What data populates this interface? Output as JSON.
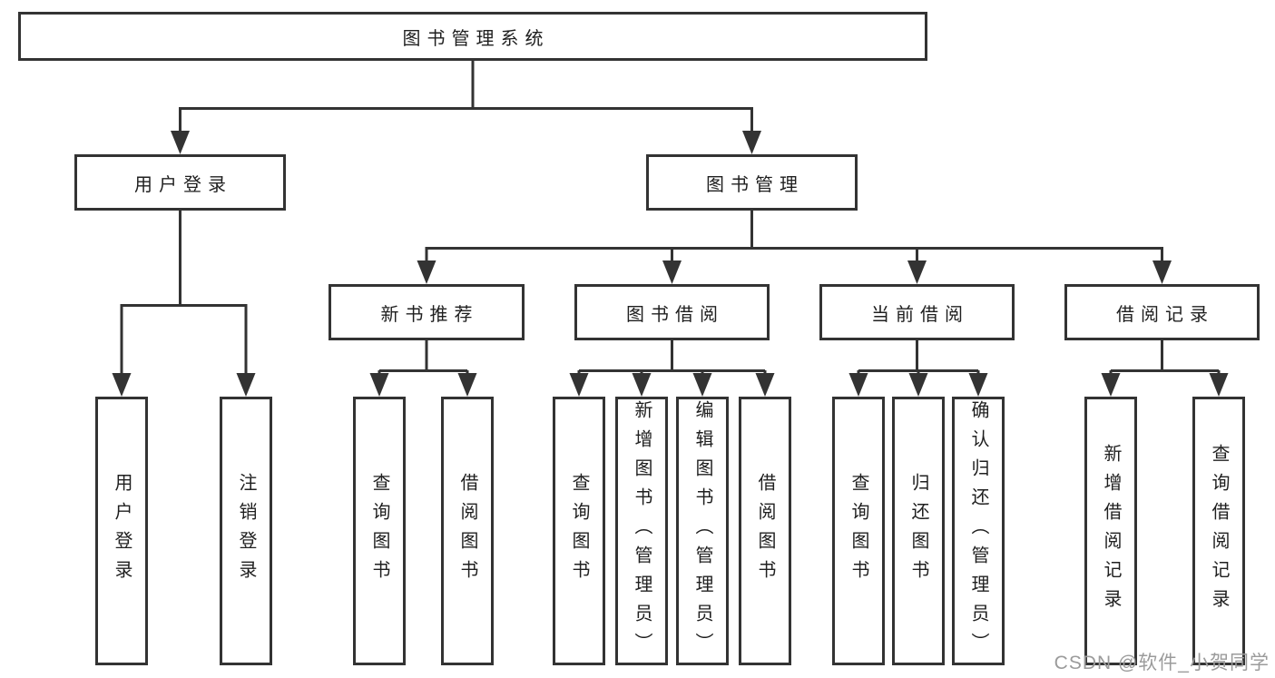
{
  "tree": {
    "label": "图书管理系统",
    "children": [
      {
        "label": "用户登录",
        "children": [
          {
            "label": "用户登录"
          },
          {
            "label": "注销登录"
          }
        ]
      },
      {
        "label": "图书管理",
        "children": [
          {
            "label": "新书推荐",
            "children": [
              {
                "label": "查询图书"
              },
              {
                "label": "借阅图书"
              }
            ]
          },
          {
            "label": "图书借阅",
            "children": [
              {
                "label": "查询图书"
              },
              {
                "label": "新增图书（管理员）"
              },
              {
                "label": "编辑图书（管理员）"
              },
              {
                "label": "借阅图书"
              }
            ]
          },
          {
            "label": "当前借阅",
            "children": [
              {
                "label": "查询图书"
              },
              {
                "label": "归还图书"
              },
              {
                "label": "确认归还（管理员）"
              }
            ]
          },
          {
            "label": "借阅记录",
            "children": [
              {
                "label": "新增借阅记录"
              },
              {
                "label": "查询借阅记录"
              }
            ]
          }
        ]
      }
    ]
  },
  "watermark": {
    "text": "CSDN @软件_小贺同学"
  },
  "colors": {
    "line": "#333333",
    "box_border": "#333333",
    "text": "#1f1f1f",
    "watermark": "#9b9b9b",
    "background": "#ffffff"
  }
}
